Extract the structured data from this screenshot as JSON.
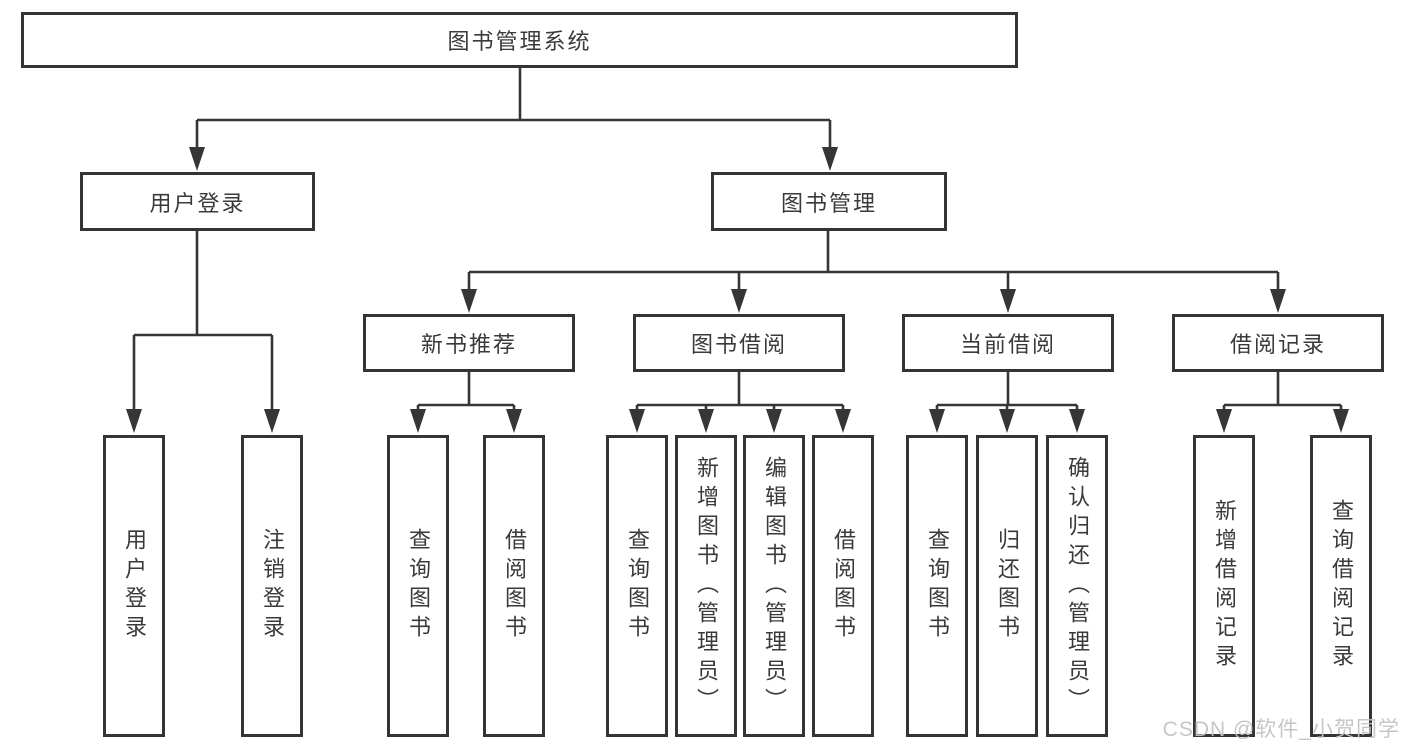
{
  "watermark": {
    "text": "CSDN @软件_小贺同学"
  },
  "colors": {
    "line": "#363636",
    "box_border": "#343434",
    "box_background": "#ffffff",
    "text": "#3a3a3a",
    "watermark": "#c3c3c3",
    "page_background": "#ffffff"
  },
  "tree": {
    "root": {
      "label": "图书管理系统"
    },
    "branches": [
      {
        "label": "用户登录",
        "children": [
          {
            "label": "用户登录"
          },
          {
            "label": "注销登录"
          }
        ]
      },
      {
        "label": "图书管理",
        "children": [
          {
            "label": "新书推荐",
            "children": [
              {
                "label": "查询图书"
              },
              {
                "label": "借阅图书"
              }
            ]
          },
          {
            "label": "图书借阅",
            "children": [
              {
                "label": "查询图书"
              },
              {
                "label": "新增图书（管理员）"
              },
              {
                "label": "编辑图书（管理员）"
              },
              {
                "label": "借阅图书"
              }
            ]
          },
          {
            "label": "当前借阅",
            "children": [
              {
                "label": "查询图书"
              },
              {
                "label": "归还图书"
              },
              {
                "label": "确认归还（管理员）"
              }
            ]
          },
          {
            "label": "借阅记录",
            "children": [
              {
                "label": "新增借阅记录"
              },
              {
                "label": "查询借阅记录"
              }
            ]
          }
        ]
      }
    ]
  }
}
